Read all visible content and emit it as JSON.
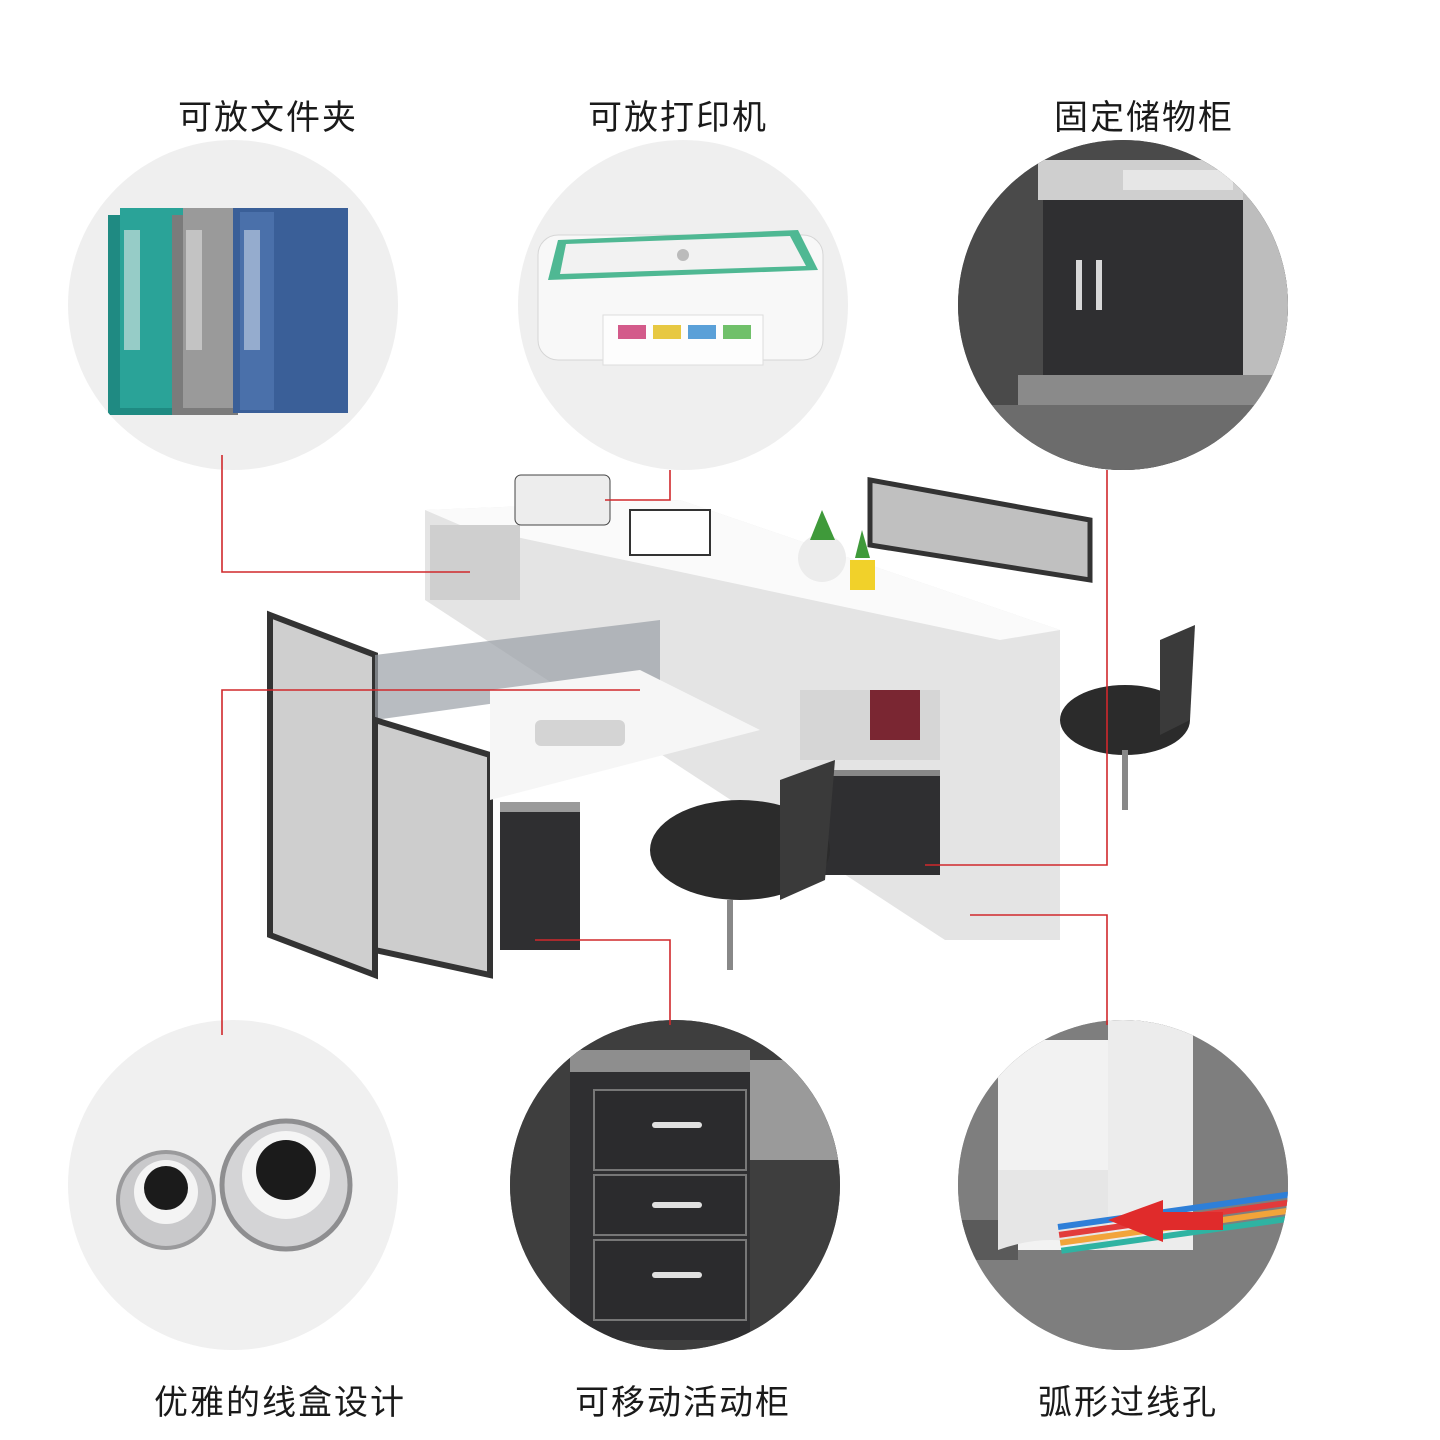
{
  "features": {
    "folders": "可放文件夹",
    "printer": "可放打印机",
    "storage_cabinet": "固定储物柜",
    "cable_box": "优雅的线盒设计",
    "mobile_pedestal": "可移动活动柜",
    "arc_wire_hole": "弧形过线孔"
  },
  "colors": {
    "callout_line": "#d0282c"
  }
}
